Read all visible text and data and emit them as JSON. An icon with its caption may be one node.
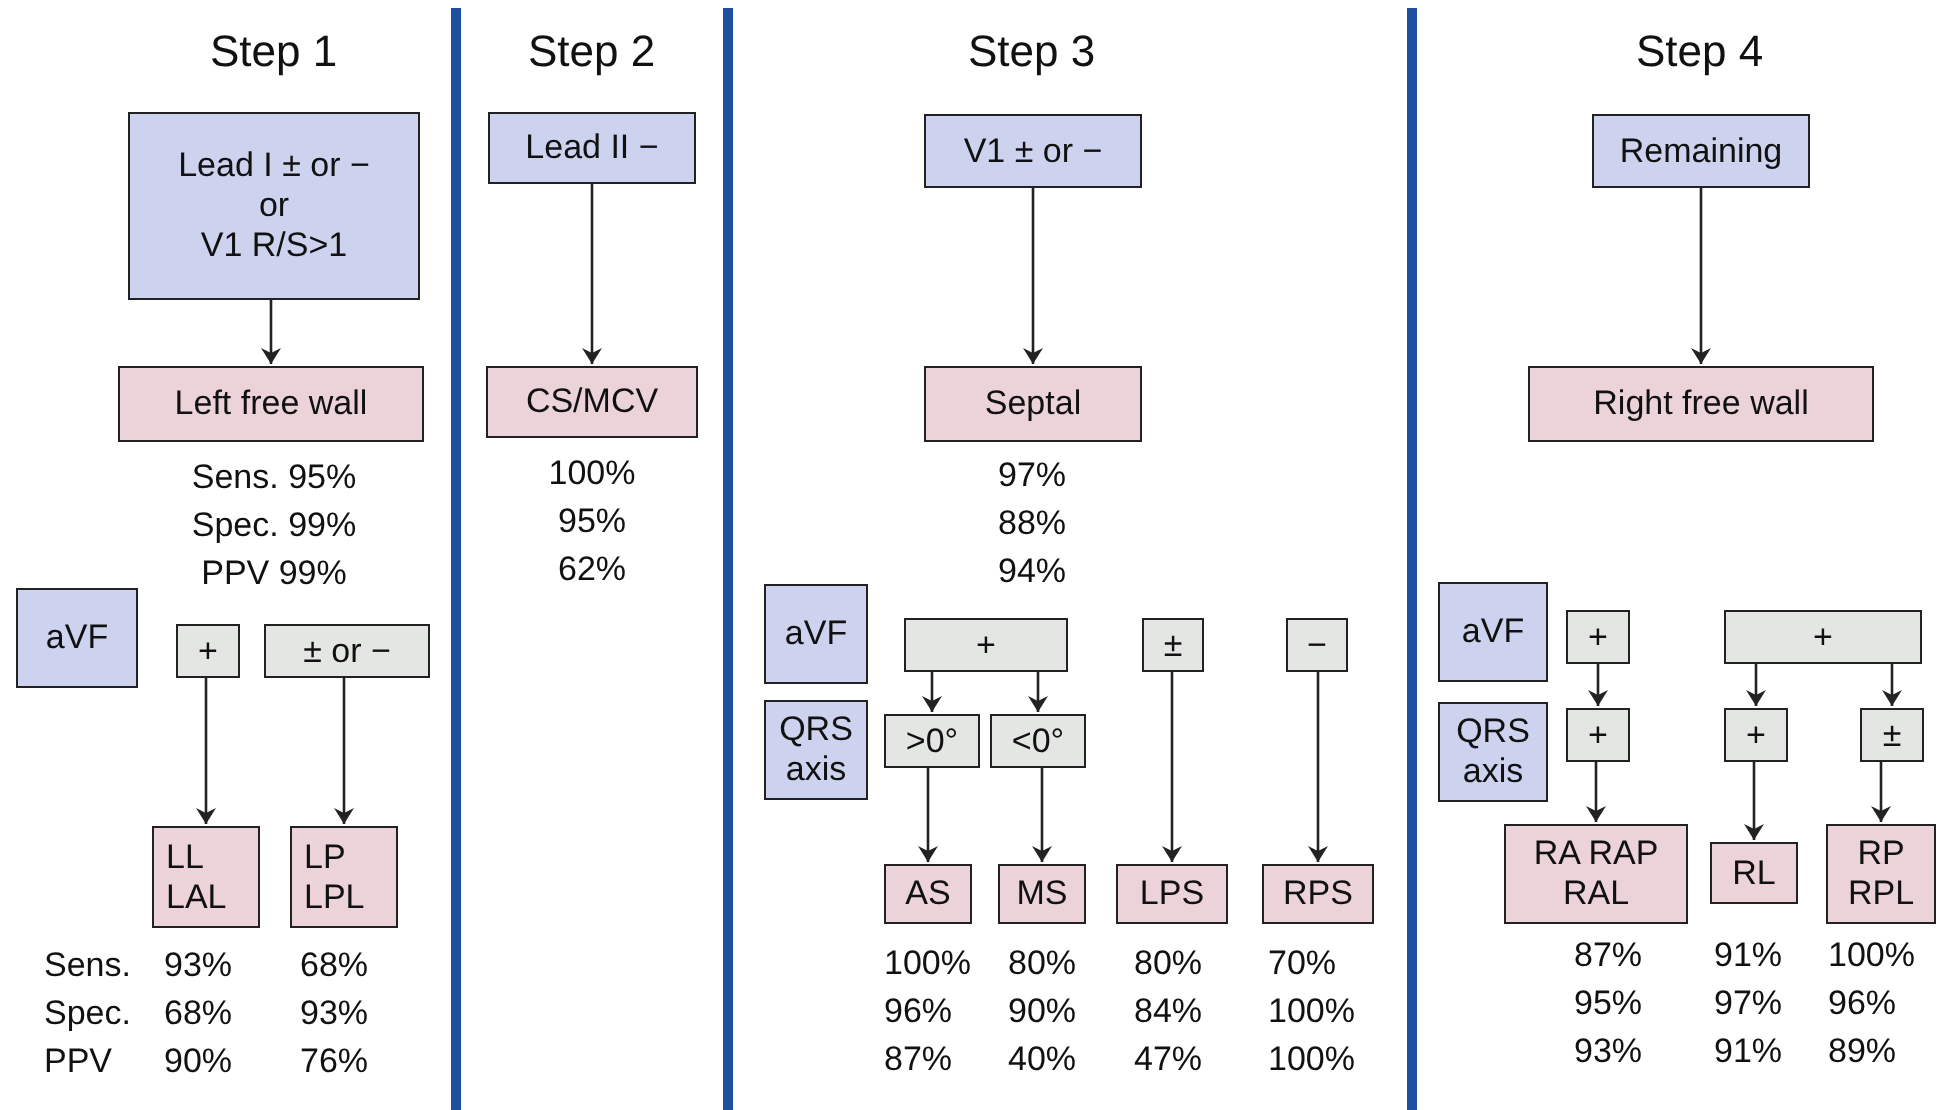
{
  "diagram": {
    "nodes": [
      {
        "text": [
          "Lead I ± or −",
          "or",
          "V1 R/S>1"
        ]
      },
      {
        "text": [
          "Left free wall"
        ],
        "beside": [
          "Sens. 95%",
          "Spec. 99%",
          "PPV 99%"
        ]
      },
      {
        "text": [
          "aVF"
        ]
      },
      {
        "text": [
          "+"
        ]
      },
      {
        "text": [
          "± or −"
        ]
      },
      {
        "text": [
          "LL LAL"
        ],
        "beside": [
          "93%",
          "68%",
          "90%"
        ]
      },
      {
        "text": [
          "LP LPL"
        ],
        "beside": [
          "68%",
          "93%",
          "76%"
        ]
      },
      {
        "text": [
          "Lead II −"
        ]
      },
      {
        "text": [
          "CS/MCV"
        ],
        "beside": [
          "100%",
          "95%",
          "62%"
        ]
      },
      {
        "text": [
          "V1 ± or −"
        ]
      },
      {
        "text": [
          "Septal"
        ],
        "beside": [
          "97%",
          "88%",
          "94%"
        ]
      },
      {
        "text": [
          "aVF"
        ]
      },
      {
        "text": [
          "+"
        ]
      },
      {
        "text": [
          "±"
        ]
      },
      {
        "text": [
          "−"
        ]
      },
      {
        "text": [
          "QRS axis"
        ]
      },
      {
        "text": [
          ">0°"
        ]
      },
      {
        "text": [
          "<0°"
        ]
      },
      {
        "text": [
          "AS"
        ],
        "beside": [
          "100%",
          "96%",
          "87%"
        ]
      },
      {
        "text": [
          "MS"
        ],
        "beside": [
          "80%",
          "90%",
          "40%"
        ]
      },
      {
        "text": [
          "LPS"
        ],
        "beside": [
          "80%",
          "84%",
          "47%"
        ]
      },
      {
        "text": [
          "RPS"
        ],
        "beside": [
          "70%",
          "100%",
          "100%"
        ]
      },
      {
        "text": [
          "Remaining"
        ]
      },
      {
        "text": [
          "Right free wall"
        ]
      },
      {
        "text": [
          "aVF"
        ]
      },
      {
        "text": [
          "+"
        ]
      },
      {
        "text": [
          "+"
        ]
      },
      {
        "text": [
          "QRS axis"
        ]
      },
      {
        "text": [
          "+"
        ]
      },
      {
        "text": [
          "+"
        ]
      },
      {
        "text": [
          "±"
        ]
      },
      {
        "text": [
          "RA RAP RAL"
        ],
        "beside": [
          "87%",
          "95%",
          "93%"
        ]
      },
      {
        "text": [
          "RL"
        ],
        "beside": [
          "91%",
          "97%",
          "91%"
        ]
      },
      {
        "text": [
          "RP RPL"
        ],
        "beside": [
          "100%",
          "96%",
          "89%"
        ]
      }
    ],
    "edges": [
      {
        "from": 0,
        "to": 1,
        "arrow": "to"
      },
      {
        "from": 3,
        "to": 5,
        "arrow": "to"
      },
      {
        "from": 4,
        "to": 6,
        "arrow": "to"
      },
      {
        "from": 7,
        "to": 8,
        "arrow": "to"
      },
      {
        "from": 9,
        "to": 10,
        "arrow": "to"
      },
      {
        "from": 12,
        "to": 16,
        "arrow": "to"
      },
      {
        "from": 12,
        "to": 17,
        "arrow": "to"
      },
      {
        "from": 16,
        "to": 18,
        "arrow": "to"
      },
      {
        "from": 17,
        "to": 19,
        "arrow": "to"
      },
      {
        "from": 13,
        "to": 20,
        "arrow": "to"
      },
      {
        "from": 14,
        "to": 21,
        "arrow": "to"
      },
      {
        "from": 22,
        "to": 23,
        "arrow": "to"
      },
      {
        "from": 25,
        "to": 28,
        "arrow": "to"
      },
      {
        "from": 28,
        "to": 31,
        "arrow": "to"
      },
      {
        "from": 26,
        "to": 29,
        "arrow": "to"
      },
      {
        "from": 26,
        "to": 30,
        "arrow": "to"
      },
      {
        "from": 29,
        "to": 32,
        "arrow": "to"
      },
      {
        "from": 30,
        "to": 33,
        "arrow": "to"
      }
    ],
    "labels": [
      "Step 1",
      "Step 2",
      "Step 3",
      "Step 4",
      "Sens.",
      "Spec.",
      "PPV"
    ]
  }
}
